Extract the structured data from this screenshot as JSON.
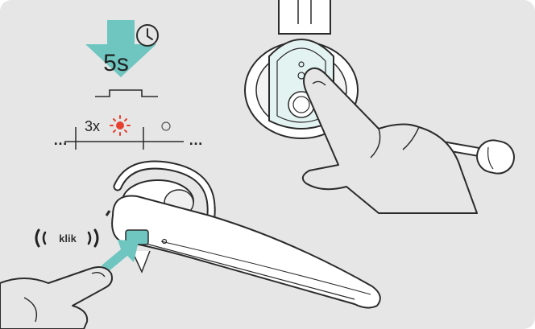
{
  "instruction": {
    "timer_label": "5s",
    "count_label": "3x",
    "dots_left": "…",
    "dots_right": "…"
  },
  "headset": {
    "click_sound_label": "klik"
  },
  "colors": {
    "background": "#e6e6e6",
    "accent_teal": "#6fc6c0",
    "accent_teal_light": "#e3f3f1",
    "led_red": "#e8402f",
    "line": "#2b2b2b"
  },
  "icons": {
    "timer": "clock-icon",
    "press_arrow": "arrow-down-icon",
    "led_flash": "led-flash-icon",
    "led_off": "led-off-icon",
    "click_sound_left": "sound-wave-left-icon",
    "click_sound_right": "sound-wave-right-icon"
  }
}
